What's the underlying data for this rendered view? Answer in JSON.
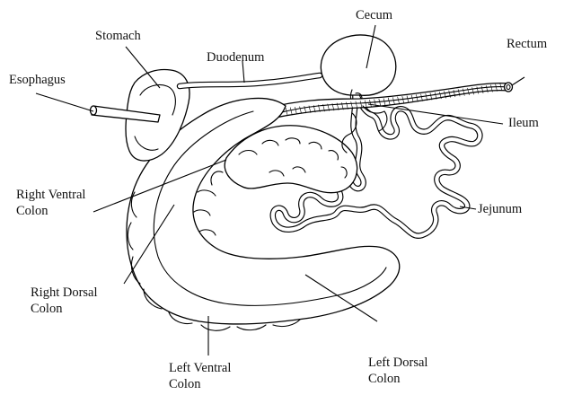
{
  "labels": {
    "cecum": "Cecum",
    "stomach": "Stomach",
    "duodenum": "Duodenum",
    "rectum": "Rectum",
    "esophagus": "Esophagus",
    "ileum": "Ileum",
    "right_ventral_colon": [
      "Right Ventral",
      "Colon"
    ],
    "jejunum": "Jejunum",
    "right_dorsal_colon": [
      "Right Dorsal",
      "Colon"
    ],
    "left_ventral_colon": [
      "Left Ventral",
      "Colon"
    ],
    "left_dorsal_colon": [
      "Left Dorsal",
      "Colon"
    ]
  }
}
